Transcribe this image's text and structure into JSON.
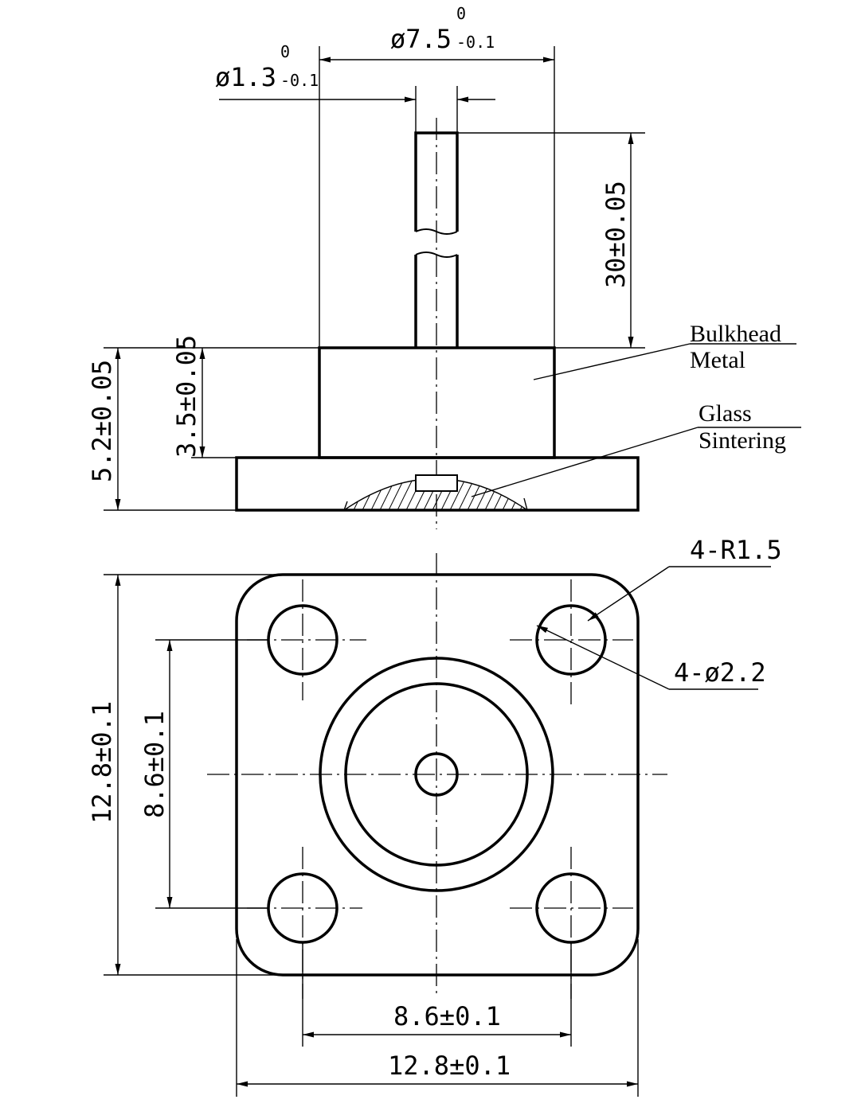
{
  "dims": {
    "outer_dia": {
      "base": "ø7.5",
      "upper": "0",
      "lower": "-0.1"
    },
    "pin_dia": {
      "base": "ø1.3",
      "upper": "0",
      "lower": "-0.1"
    },
    "pin_length": "30±0.05",
    "body_height": "3.5±0.05",
    "total_height": "5.2±0.05",
    "corner_radius": "4-R1.5",
    "hole_dia": "4-ø2.2",
    "hole_spacing_v": "8.6±0.1",
    "flange_size_v": "12.8±0.1",
    "hole_spacing_h": "8.6±0.1",
    "flange_size_h": "12.8±0.1"
  },
  "labels": {
    "metal_1": "Bulkhead",
    "metal_2": "Metal",
    "glass_1": "Glass",
    "glass_2": "Sintering"
  }
}
